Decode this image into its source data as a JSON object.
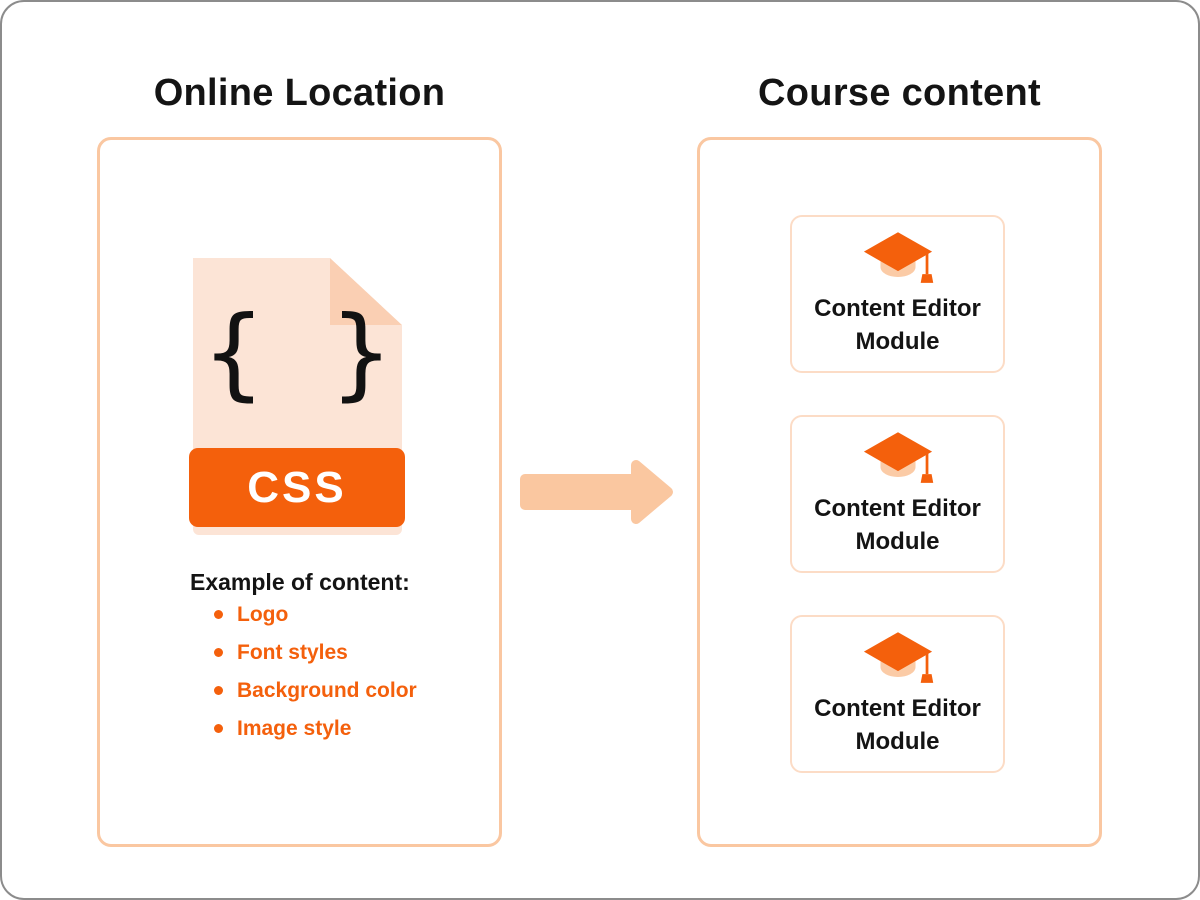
{
  "left_panel": {
    "title": "Online Location",
    "file_icon": {
      "brace_open": "{",
      "brace_close": "}",
      "label": "CSS"
    },
    "content_heading": "Example of content:",
    "bullets": [
      "Logo",
      "Font styles",
      "Background color",
      "Image style"
    ]
  },
  "right_panel": {
    "title": "Course content",
    "cards": [
      {
        "icon": "graduation-cap-icon",
        "label": "Content Editor Module"
      },
      {
        "icon": "graduation-cap-icon",
        "label": "Content Editor Module"
      },
      {
        "icon": "graduation-cap-icon",
        "label": "Content Editor Module"
      }
    ]
  },
  "icons": {
    "flow_arrow": "right-arrow-icon",
    "module_icon": "graduation-cap-icon"
  },
  "colors": {
    "accent_orange": "#F4600C",
    "peach": "#FAC7A0",
    "panel_border": "#FAC7A1",
    "card_border": "#FCDCC6",
    "file_body": "#FCE4D6",
    "file_fold": "#FACFB3",
    "cap_base": "#FBCBA6",
    "canvas_border": "#8C8C8C",
    "text_black": "#141414",
    "css_text": "#FFFFFF"
  }
}
